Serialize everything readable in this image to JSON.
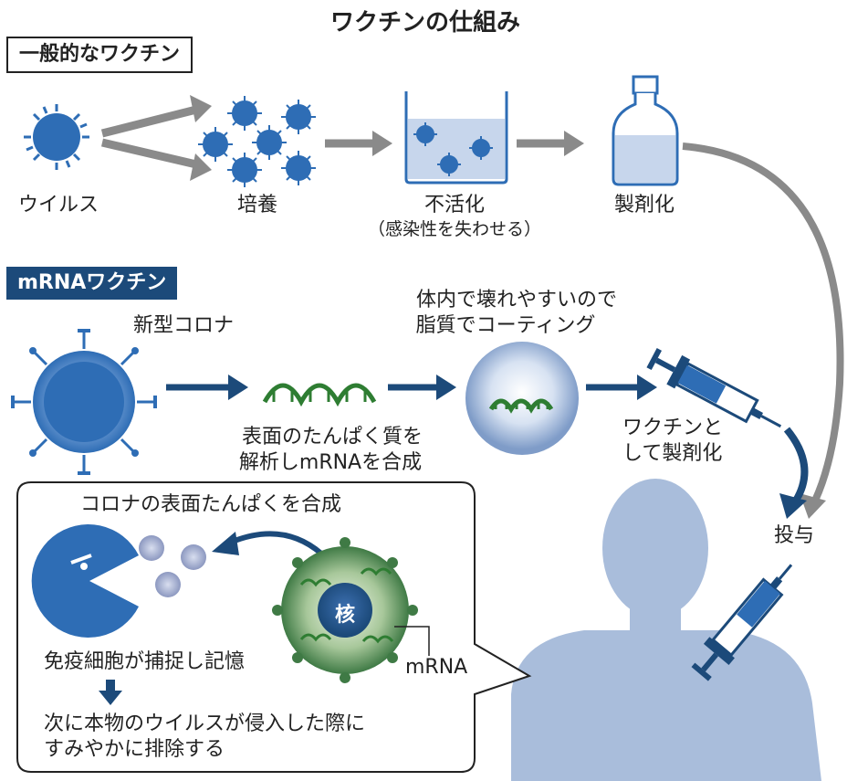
{
  "title": "ワクチンの仕組み",
  "sections": {
    "conventional": {
      "label": "一般的なワクチン",
      "steps": {
        "virus": "ウイルス",
        "culture": "培養",
        "inactivation": "不活化",
        "inactivation_note": "（感染性を失わせる）",
        "formulation": "製剤化"
      }
    },
    "mrna": {
      "label": "mRNAワクチン",
      "steps": {
        "corona": "新型コロナ",
        "analysis_line1": "表面のたんぱく質を",
        "analysis_line2": "解析しmRNAを合成",
        "coating_line1": "体内で壊れやすいので",
        "coating_line2": "脂質でコーティング",
        "vaccine_line1": "ワクチンと",
        "vaccine_line2": "して製剤化",
        "administration": "投与"
      }
    }
  },
  "callout": {
    "synthesis": "コロナの表面たんぱくを合成",
    "nucleus": "核",
    "mrna_label": "mRNA",
    "immune_memory": "免疫細胞が捕捉し記憶",
    "result_line1": "次に本物のウイルスが侵入した際に",
    "result_line2": "すみやかに排除する"
  },
  "colors": {
    "virus_blue": "#2e6db5",
    "dark_navy": "#1c4a7a",
    "arrow_gray": "#8a8a8a",
    "rna_green": "#2e7d32",
    "body_blue": "#a9bddb"
  }
}
